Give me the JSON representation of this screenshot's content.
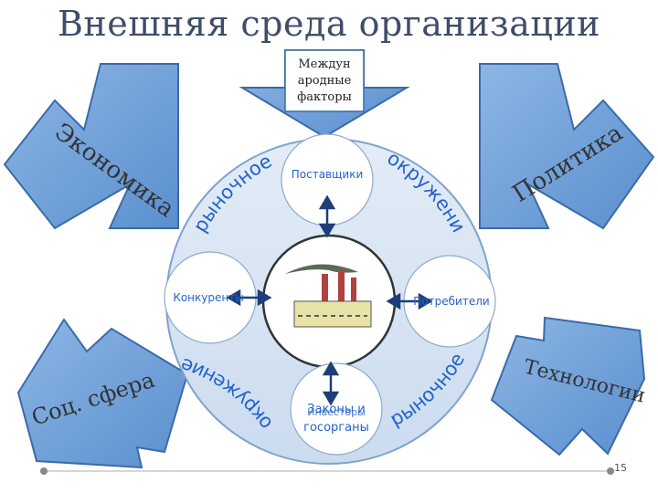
{
  "title": "Внешняя среда организации",
  "international": {
    "line1": "Междун",
    "line2": "ародные",
    "line3": "факторы"
  },
  "forces": {
    "economy": "Экономика",
    "politics": "Политика",
    "social": "Соц. сфера",
    "technology": "Технологии"
  },
  "ring": {
    "market_upper": "рыночное",
    "env_upper": "окружение",
    "env_lower": "окружение",
    "market_lower": "рыночное"
  },
  "nodes": {
    "suppliers": "Поставщики",
    "competitors": "Конкуренты",
    "consumers": "Потребители",
    "laws_line1": "Законы и",
    "laws_line2": "госорганы",
    "investors": "Инвесторы"
  },
  "page_number": "15",
  "colors": {
    "arrow_fill": "#6e9fd6",
    "arrow_stroke": "#3b6aa8",
    "ring_fill": "#d7e4f3",
    "ring_stroke": "#7fa3cc",
    "accent_text": "#2563c9",
    "title": "#3f4d6b"
  }
}
